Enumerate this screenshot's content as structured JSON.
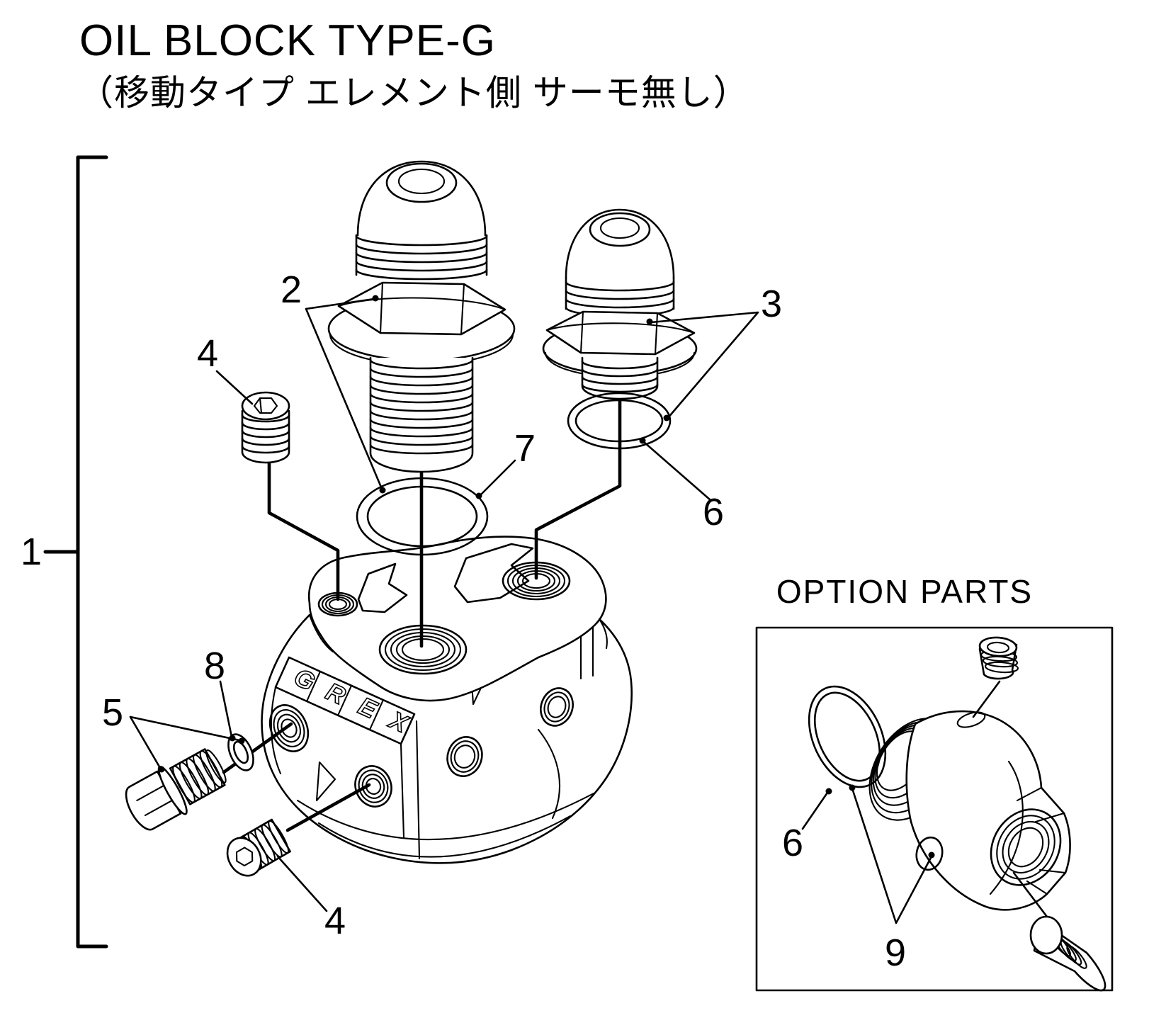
{
  "title": {
    "line1": "OIL BLOCK TYPE-G",
    "line2": "（移動タイプ エレメント側 サーモ無し）"
  },
  "option": {
    "title": "OPTION PARTS"
  },
  "logo": {
    "text": "GREX",
    "letters": [
      "G",
      "R",
      "E",
      "X"
    ]
  },
  "labels": {
    "p1": "1",
    "p2": "2",
    "p3": "3",
    "p4_top": "4",
    "p4_bottom": "4",
    "p5": "5",
    "p6": "6",
    "p6_option": "6",
    "p7": "7",
    "p8": "8",
    "p9": "9"
  },
  "colors": {
    "ink": "#000000",
    "paper": "#ffffff"
  }
}
